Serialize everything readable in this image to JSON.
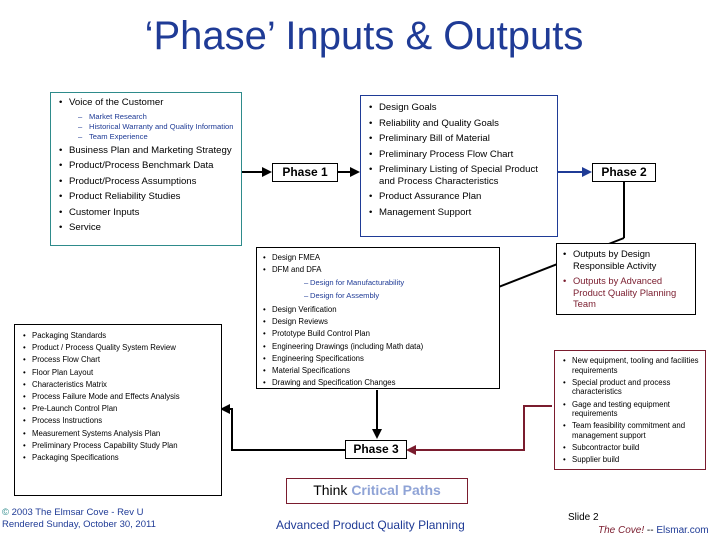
{
  "title": "‘Phase’ Inputs & Outputs",
  "inputs_box": {
    "items": [
      {
        "label": "Voice of the Customer",
        "sub": [
          "Market Research",
          "Historical Warranty and Quality Information",
          "Team Experience"
        ]
      },
      {
        "label": "Business Plan and Marketing Strategy"
      },
      {
        "label": "Product/Process Benchmark Data"
      },
      {
        "label": "Product/Process Assumptions"
      },
      {
        "label": "Product Reliability Studies"
      },
      {
        "label": "Customer Inputs"
      },
      {
        "label": "Service"
      }
    ]
  },
  "phase1_label": "Phase 1",
  "phase2_label": "Phase 2",
  "phase3_label": "Phase 3",
  "phase1_outputs": {
    "items": [
      "Design Goals",
      "Reliability and Quality Goals",
      "Preliminary Bill of Material",
      "Preliminary Process Flow Chart",
      "Preliminary Listing of Special Product and Process Characteristics",
      "Product Assurance Plan",
      "Management Support"
    ]
  },
  "design_outputs": {
    "items": [
      {
        "label": "Design FMEA"
      },
      {
        "label": "DFM and DFA",
        "sub": [
          "Design for Manufacturability",
          "Design for Assembly"
        ]
      },
      {
        "label": "Design Verification"
      },
      {
        "label": "Design Reviews"
      },
      {
        "label": "Prototype Build Control Plan"
      },
      {
        "label": "Engineering Drawings (including Math data)"
      },
      {
        "label": "Engineering Specifications"
      },
      {
        "label": "Material Specifications"
      },
      {
        "label": "Drawing and Specification Changes"
      }
    ]
  },
  "design_activity_box": {
    "item1": "Outputs by Design Responsible Activity",
    "item2": "Outputs by Advanced Product Quality Planning Team"
  },
  "phase2_outputs": {
    "items": [
      "New equipment, tooling and facilities requirements",
      "Special product and process characteristics",
      "Gage and testing equipment requirements",
      "Team feasibility commitment and management support",
      "Subcontractor build",
      "Supplier build"
    ]
  },
  "phase3_outputs": {
    "items": [
      "Packaging Standards",
      "Product / Process Quality System Review",
      "Process Flow Chart",
      "Floor Plan Layout",
      "Characteristics Matrix",
      "Process Failure Mode and Effects Analysis",
      "Pre-Launch Control Plan",
      "Process Instructions",
      "Measurement Systems Analysis Plan",
      "Preliminary Process Capability Study Plan",
      "Packaging Specifications"
    ]
  },
  "think": {
    "word1": "Think",
    "word2": "Critical Paths"
  },
  "footer": {
    "copyright_symbol": "©",
    "copyright": "2003 The Elmsar Cove - Rev U",
    "rendered": "Rendered Sunday, October 30, 2011",
    "center": "Advanced Product Quality Planning",
    "slide": "Slide 2",
    "cove": "The Cove!",
    "separator": "--",
    "site": "Elsmar.com"
  },
  "colors": {
    "title": "#1f3b96",
    "teal_border": "#2e8b8b",
    "maroon": "#7a1c2e",
    "highlight": "#8fa3d6"
  }
}
